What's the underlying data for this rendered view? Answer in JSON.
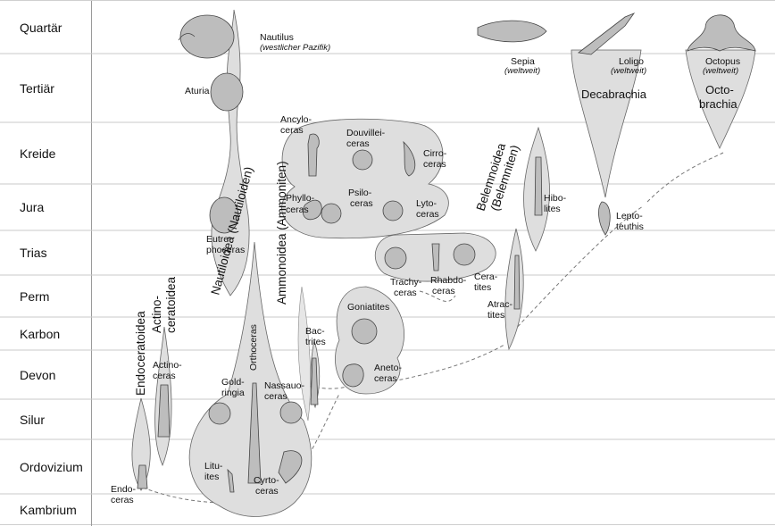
{
  "periods": [
    "Quartär",
    "Tertiär",
    "Kreide",
    "Jura",
    "Trias",
    "Perm",
    "Karbon",
    "Devon",
    "Silur",
    "Ordovizium",
    "Kambrium"
  ],
  "groups": {
    "endoceratoidea": "Endoceratoidea",
    "actinoceratoidea_1": "Actino-",
    "actinoceratoidea_2": "ceratoidea",
    "nautiloidea": "Nautiloidea (Nautiloiden)",
    "ammonoidea": "Ammonoidea (Ammoniten)",
    "belemnoidea_1": "Belemnoidea",
    "belemnoidea_2": "(Belemniten)",
    "decabrachia": "Decabrachia",
    "octobrachia_1": "Octo-",
    "octobrachia_2": "brachia"
  },
  "taxa": {
    "nautilus": "Nautilus",
    "nautilus_region": "(westlicher Pazifik)",
    "aturia": "Aturia",
    "eutrephoceras_1": "Eutre-",
    "eutrephoceras_2": "phoceras",
    "orthoceras": "Orthoceras",
    "goldringia_1": "Gold-",
    "goldringia_2": "ringia",
    "lituites_1": "Litu-",
    "lituites_2": "ites",
    "cyrtoceras_1": "Cyrto-",
    "cyrtoceras_2": "ceras",
    "nassauoceras_1": "Nassauo-",
    "nassauoceras_2": "ceras",
    "actinoceras_1": "Actino-",
    "actinoceras_2": "ceras",
    "endoceras_1": "Endo-",
    "endoceras_2": "ceras",
    "bactrites_1": "Bac-",
    "bactrites_2": "trites",
    "goniatites": "Goniatites",
    "anetoceras_1": "Aneto-",
    "anetoceras_2": "ceras",
    "trachyceras_1": "Trachy-",
    "trachyceras_2": "ceras",
    "rhabdoceras_1": "Rhabdo-",
    "rhabdoceras_2": "ceras",
    "ceratites_1": "Cera-",
    "ceratites_2": "tites",
    "phylloceras_1": "Phyllo-",
    "phylloceras_2": "ceras",
    "psiloceras_1": "Psilo-",
    "psiloceras_2": "ceras",
    "lytoceras_1": "Lyto-",
    "lytoceras_2": "ceras",
    "ancyloceras_1": "Ancylo-",
    "ancyloceras_2": "ceras",
    "douvilleiceras_1": "Douvillei-",
    "douvilleiceras_2": "ceras",
    "cirroceras_1": "Cirro-",
    "cirroceras_2": "ceras",
    "atractites_1": "Atrac-",
    "atractites_2": "tites",
    "hibolites_1": "Hibo-",
    "hibolites_2": "lites",
    "leptoteuthis_1": "Lepto-",
    "leptoteuthis_2": "teuthis",
    "sepia": "Sepia",
    "sepia_region": "(weltweit)",
    "loligo": "Loligo",
    "loligo_region": "(weltweit)",
    "octopus": "Octopus",
    "octopus_region": "(weltweit)"
  }
}
